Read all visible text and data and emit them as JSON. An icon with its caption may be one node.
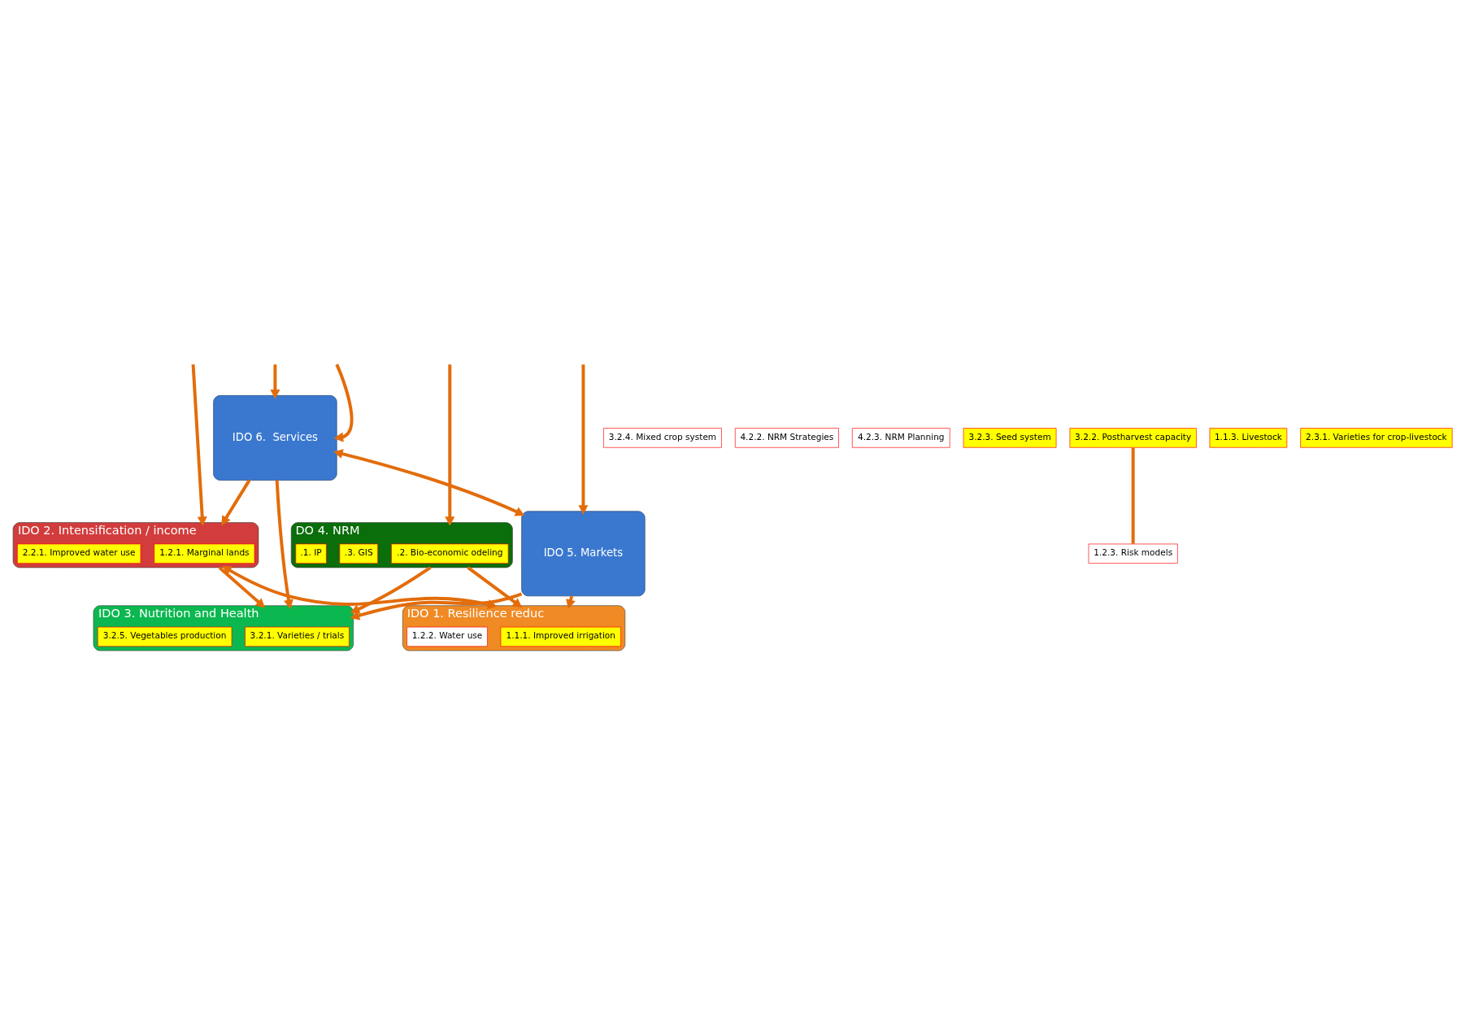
{
  "diagram": {
    "nodes": [
      {
        "text": [
          "DO 4. NRM"
        ]
      },
      {
        "text": [
          ".2. Bio-economic odeling"
        ],
        "in": 0
      },
      {
        "text": [
          ".3. GIS"
        ],
        "in": 0
      },
      {
        "text": [
          ".1. IP"
        ],
        "in": 0
      },
      {
        "text": [
          "3.2.4. Mixed crop system"
        ]
      },
      {
        "text": [
          "4.2.2. NRM Strategies"
        ]
      },
      {
        "text": [
          "4.2.3. NRM Planning"
        ]
      },
      {
        "text": [
          "IDO 5. Markets"
        ]
      },
      {
        "text": [
          "IDO 6.  Services"
        ]
      },
      {
        "text": [
          "IDO 3. Nutrition and Health"
        ]
      },
      {
        "text": [
          "3.2.1. Varieties / trials"
        ],
        "in": 9
      },
      {
        "text": [
          "3.2.3. Seed system"
        ]
      },
      {
        "text": [
          "3.2.5. Vegetables production"
        ],
        "in": 9
      },
      {
        "text": [
          "3.2.2. Postharvest capacity"
        ]
      },
      {
        "text": [
          "IDO 1. Resilience reduc"
        ]
      },
      {
        "text": [
          "1.1.1. Improved irrigation"
        ],
        "in": 14
      },
      {
        "text": [
          "1.2.3. Risk models"
        ]
      },
      {
        "text": [
          "1.2.2. Water use"
        ],
        "in": 14
      },
      {
        "text": [
          "1.1.3. Livestock"
        ]
      },
      {
        "text": [
          "IDO 2. Intensification / income"
        ]
      },
      {
        "text": [
          "1.2.1. Marginal lands"
        ],
        "in": 19
      },
      {
        "text": [
          "2.2.1. Improved water use"
        ],
        "in": 19
      },
      {
        "text": [
          "2.3.1. Varieties for crop-livestock"
        ]
      }
    ],
    "edges": [
      {
        "from": null,
        "to": 0,
        "arrow": "to"
      },
      {
        "from": null,
        "to": 7,
        "arrow": "to"
      },
      {
        "from": null,
        "to": 8,
        "arrow": "to"
      },
      {
        "from": null,
        "to": 8,
        "arrow": "to"
      },
      {
        "from": null,
        "to": 19,
        "arrow": "to"
      },
      {
        "from": 7,
        "to": 8,
        "arrow": "both"
      },
      {
        "from": 0,
        "to": 14,
        "arrow": "to"
      },
      {
        "from": 0,
        "to": 9,
        "arrow": "to"
      },
      {
        "from": 7,
        "to": 9,
        "arrow": "to"
      },
      {
        "from": 7,
        "to": 14,
        "arrow": "to"
      },
      {
        "from": 8,
        "to": 9,
        "arrow": "to"
      },
      {
        "from": 19,
        "to": 9,
        "arrow": "to"
      },
      {
        "from": 8,
        "to": 19,
        "arrow": "to"
      },
      {
        "from": 13,
        "to": 16,
        "arrow": "none"
      },
      {
        "from": 14,
        "to": 19,
        "arrow": "both"
      }
    ]
  }
}
